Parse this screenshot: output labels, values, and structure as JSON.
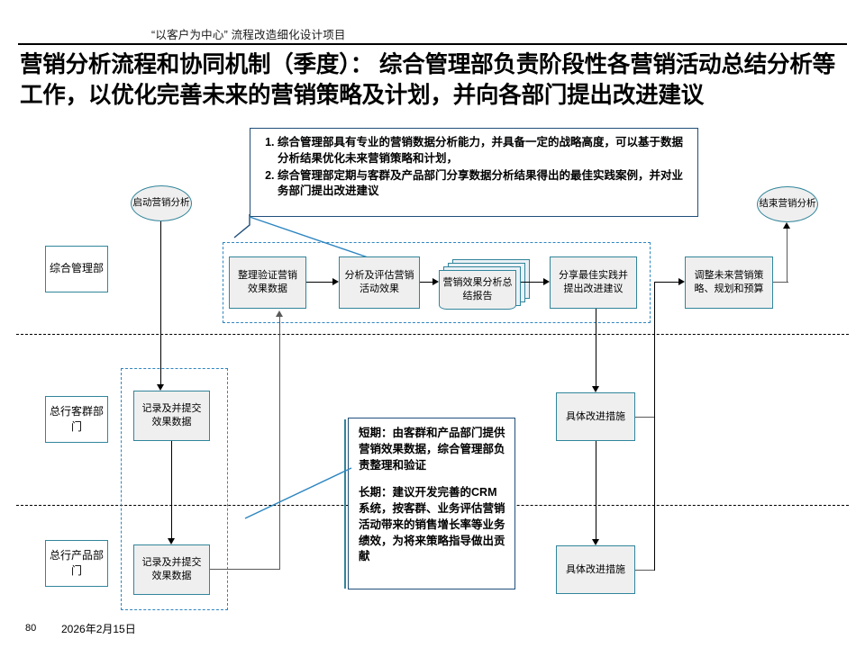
{
  "header": {
    "subtitle": "“以客户为中心” 流程改造细化设计项目"
  },
  "title": "营销分析流程和协同机制（季度）： 综合管理部负责阶段性各营销活动总结分析等工作，以优化完善未来的营销策略及计划，并向各部门提出改进建议",
  "callout_top": {
    "items": [
      "综合管理部具有专业的营销数据分析能力，并具备一定的战略高度，可以基于数据分析结果优化未来营销策略和计划，",
      "综合管理部定期与客群及产品部门分享数据分析结果得出的最佳实践案例，并对业务部门提出改进建议"
    ]
  },
  "callout_bottom": {
    "short_label": "短期：",
    "short_text": "由客群和产品部门提供营销效果数据，综合管理部负责整理和验证",
    "long_label": "长期：",
    "long_text": "建议开发完善的CRM系统，按客群、业务评估营销活动带来的销售增长率等业务绩效，为将来策略指导做出贡献"
  },
  "lanes": [
    {
      "id": "lane-general-management",
      "label": "综合管理部"
    },
    {
      "id": "lane-customer-group",
      "label": "总行客群部门"
    },
    {
      "id": "lane-product",
      "label": "总行产品部门"
    }
  ],
  "nodes": {
    "start": "启动营销分析",
    "end": "结束营销分析",
    "organize_verify": "整理验证营销效果数据",
    "analyze_evaluate": "分析及评估营销活动效果",
    "report": "营销效果分析总结报告",
    "share_best_practice": "分享最佳实践并提出改进建议",
    "adjust_strategy": "调整未来营销策略、规划和预算",
    "record_submit_1": "记录及并提交效果数据",
    "record_submit_2": "记录及并提交效果数据",
    "improvement_1": "具体改进措施",
    "improvement_2": "具体改进措施"
  },
  "footer": {
    "page_number": "80",
    "date": "2026年2月15日"
  },
  "colors": {
    "shape_border": "#31859B",
    "shape_fill": "#EFEFEF",
    "dash_group": "#2E86C1",
    "callout_border": "#1F4E79"
  }
}
